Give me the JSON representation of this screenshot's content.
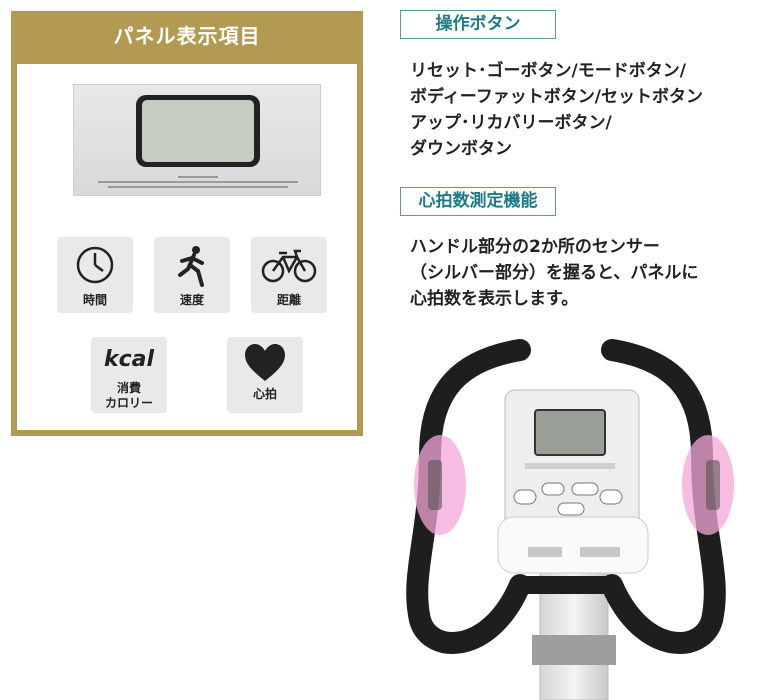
{
  "panel": {
    "title": "パネル表示項目",
    "icons": [
      {
        "icon": "clock-icon",
        "label": "時間"
      },
      {
        "icon": "runner-icon",
        "label": "速度"
      },
      {
        "icon": "bicycle-icon",
        "label": "距離"
      },
      {
        "icon": "kcal-icon",
        "symbol": "kcal",
        "label_line1": "消費",
        "label_line2": "カロリー"
      },
      {
        "icon": "heart-icon",
        "label": "心拍"
      }
    ]
  },
  "buttons_section": {
    "heading": "操作ボタン",
    "lines": [
      "リセット･ゴーボタン/モードボタン/",
      "ボディーファットボタン/セットボタン",
      "アップ･リカバリーボタン/",
      "ダウンボタン"
    ]
  },
  "heart_section": {
    "heading": "心拍数測定機能",
    "lines": [
      "ハンドル部分の2か所のセンサー",
      "（シルバー部分）を握ると、パネルに",
      "心拍数を表示します。"
    ]
  },
  "colors": {
    "gold": "#b39a52",
    "teal": "#1d7b86",
    "sensor_pink": "#f4a6d8"
  }
}
